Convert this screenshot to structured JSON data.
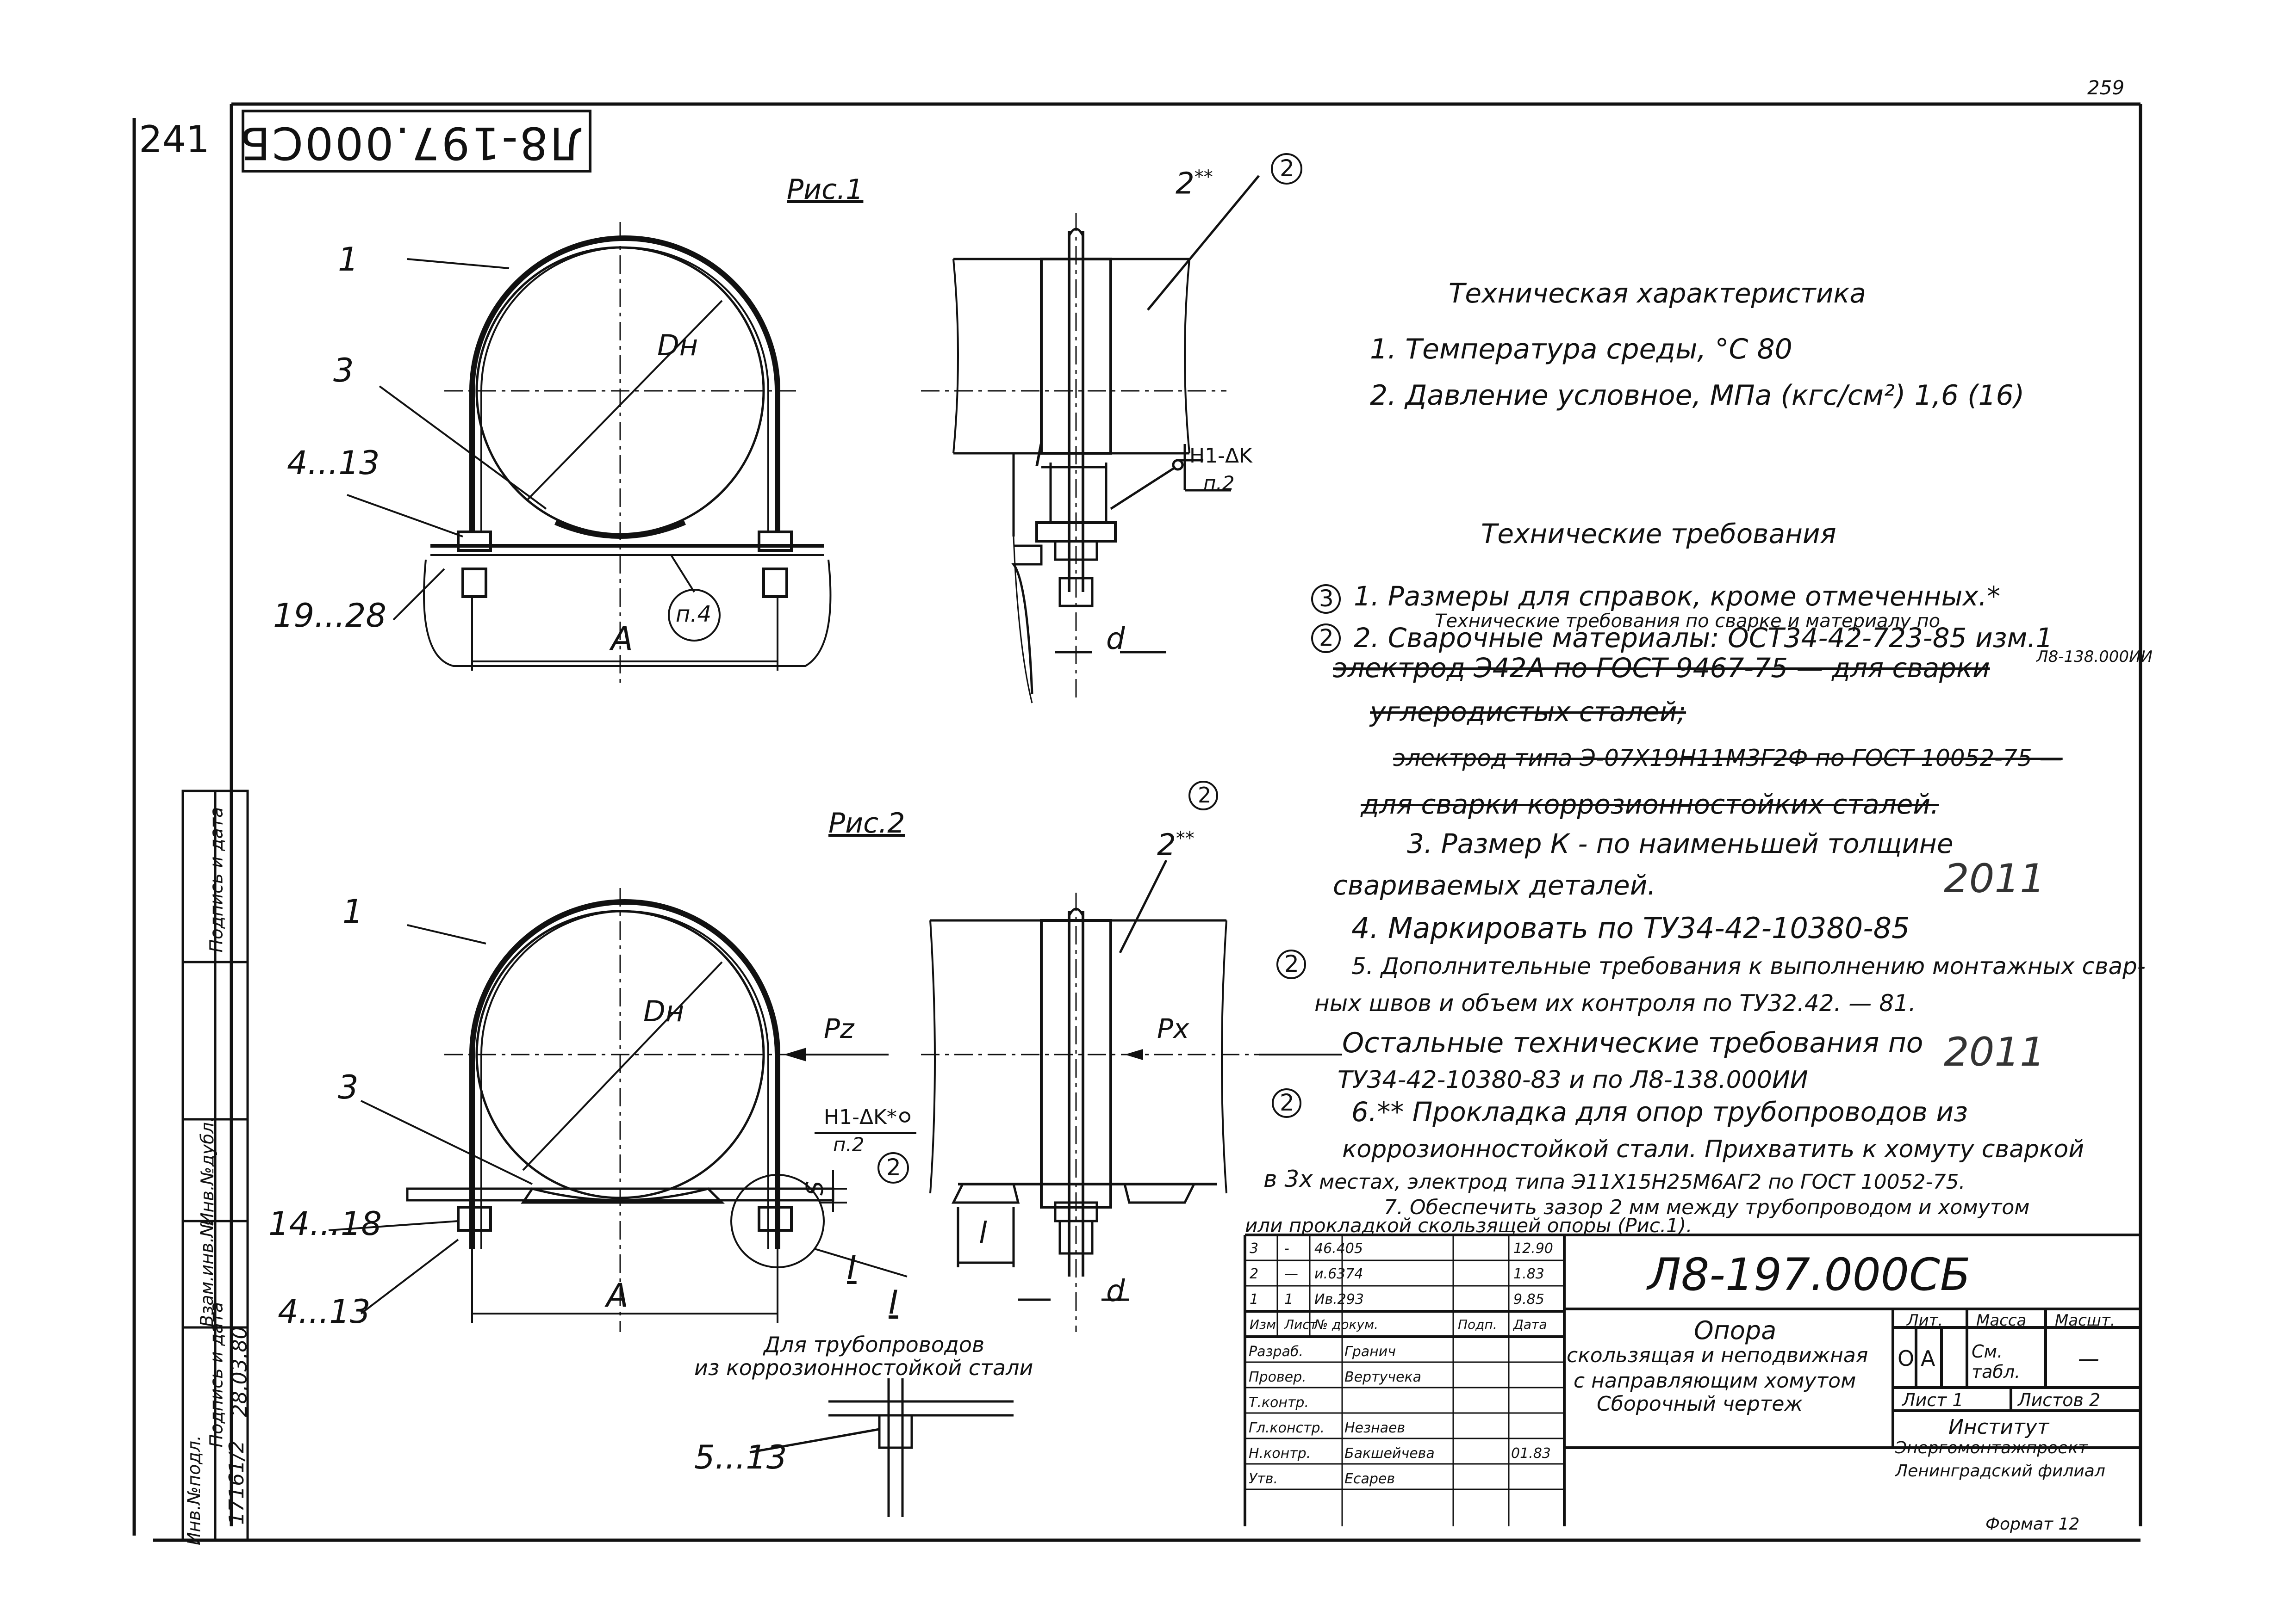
{
  "header": {
    "page_number": "259",
    "sheet_number_left": "241",
    "doc_code_rotated": "Л8-197.000СБ"
  },
  "figures": {
    "fig1_title": "Рис.1",
    "fig2_title": "Рис.2",
    "labels": {
      "l1": "1",
      "l3": "3",
      "l4_13": "4...13",
      "l19_28": "19...28",
      "dh": "Dн",
      "dim_a": "A",
      "n4": "п.4",
      "l2": "2",
      "l2_mark": "**",
      "circ2": "2",
      "dim_l": "l",
      "dim_d": "d",
      "weld": "Н1-ΔK",
      "p2": "п.2",
      "fig2_l1": "1",
      "fig2_l3": "3",
      "fig2_l14_18": "14...18",
      "fig2_l4_13": "4...13",
      "fig2_dh": "Dн",
      "fig2_a": "A",
      "fig2_pz": "Pz",
      "fig2_px": "Px",
      "fig2_weld": "Н1-ΔK*",
      "fig2_p2": "п.2",
      "fig2_s": "S",
      "fig2_i": "I",
      "fig2_i2": "I",
      "fig2_l": "l",
      "fig2_d": "d",
      "fig2_l2": "2",
      "fig2_l2_mark": "**",
      "corr_note_1": "Для трубопроводов",
      "corr_note_2": "из коррозионностойкой стали",
      "l5_13": "5...13"
    }
  },
  "tech_char": {
    "title": "Техническая характеристика",
    "line1": "1. Температура среды, °С   80",
    "line2": "2. Давление условное, МПа (кгс/см²)     1,6 (16)"
  },
  "tech_req": {
    "title": "Технические требования",
    "r1": "1. Размеры для справок, кроме отмеченных.*",
    "r2_insert": "Технические требования по сварке и материалу по",
    "r2": "2. Сварочные материалы: ОСТ34-42-723-85 изм.1",
    "r2_ref": "Л8-138.000ИИ",
    "r2a": "электрод Э42А по ГОСТ 9467-75 — для сварки",
    "r2b": "углеродистых сталей;",
    "r2c": "электрод типа Э-07Х19Н11М3Г2Ф по ГОСТ 10052-75 —",
    "r2d": "для сварки коррозионностойких сталей.",
    "r3a": "3. Размер К - по наименьшей толщине",
    "r3b": "свариваемых деталей.",
    "r4": "4. Маркировать по ТУ34-42-10380-85",
    "r5a": "5. Дополнительные требования к выполнению монтажных свар-",
    "r5b": "ных швов и объем их контроля по ТУ32.42. — 81.",
    "r5c": "Остальные технические требования по",
    "r5d": "ТУ34-42-10380-83 и по Л8-138.000ИИ",
    "r6a": "6.** Прокладка для опор трубопроводов из",
    "r6b": "коррозионностойкой стали. Прихватить к хомуту сваркой",
    "r6c_pre": "в 3х",
    "r6c": "местах, электрод типа Э11Х15Н25М6АГ2 по ГОСТ 10052-75.",
    "r7a": "7. Обеспечить зазор 2 мм между трубопроводом и хомутом",
    "r7b": "или прокладкой скользящей опоры (Рис.1).",
    "circ3": "3",
    "circ2a": "2",
    "circ2b": "2",
    "circ2c": "2",
    "hand_2011_a": "2011",
    "hand_2011_b": "2011"
  },
  "side_stamp": {
    "c1": "Инв.№подл.",
    "c2": "Подпись и дата",
    "c3": "Взам.инв.№",
    "c4": "Инв.№дубл.",
    "c5": "Подпись и дата",
    "v1": "17161/2",
    "v2": "28.03.80"
  },
  "title_block": {
    "doc_number": "Л8-197.000СБ",
    "name_1": "Опора",
    "name_2": "скользящая и неподвижная",
    "name_3": "с направляющим хомутом",
    "name_4": "Сборочный чертеж",
    "lit_h": "Лит.",
    "mass_h": "Масса",
    "scale_h": "Масшт.",
    "lit_1": "О",
    "lit_2": "А",
    "mass_v": "См. табл.",
    "scale_v": "—",
    "sheet": "Лист 1",
    "sheets": "Листов 2",
    "org_1": "Институт",
    "org_2": "Энергомонтажпроект",
    "org_3": "Ленинградский филиал",
    "format": "Формат 12",
    "rev_rows": [
      [
        "3",
        "-",
        "46.405",
        "",
        "12.90"
      ],
      [
        "2",
        "—",
        "и.6374",
        "",
        "1.83"
      ],
      [
        "1",
        "1",
        "Ив.293",
        "",
        "9.85"
      ]
    ],
    "rev_header": [
      "Изм.",
      "Лист",
      "№ докум.",
      "Подп.",
      "Дата"
    ],
    "roles": [
      [
        "Разраб.",
        "Гранич"
      ],
      [
        "Провер.",
        "Вертучека"
      ],
      [
        "Т.контр.",
        ""
      ],
      [
        "Гл.констр.",
        "Незнаев"
      ],
      [
        "Н.контр.",
        "Бакшейчева"
      ],
      [
        "Утв.",
        "Есарев"
      ]
    ],
    "role_date": "01.83"
  }
}
